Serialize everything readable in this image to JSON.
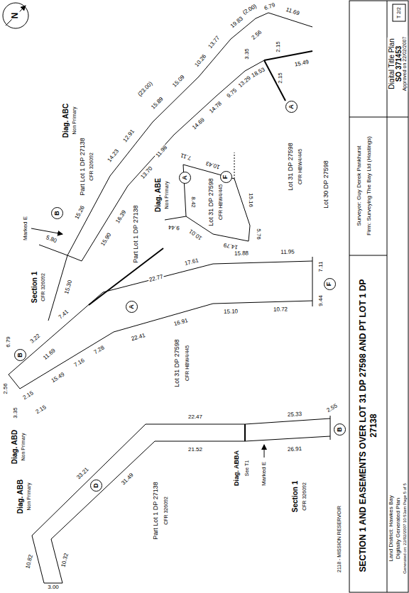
{
  "diagram": {
    "title": "SECTION 1 AND EASEMENTS OVER LOT 31 DP 27598 AND PT LOT 1 DP 27138",
    "nodes": [
      {
        "text": [
          "B"
        ]
      },
      {
        "text": [
          "A"
        ]
      },
      {
        "text": [
          "A"
        ]
      },
      {
        "text": [
          "F"
        ]
      },
      {
        "text": [
          "B"
        ]
      },
      {
        "text": [
          "A"
        ]
      },
      {
        "text": [
          "F"
        ]
      },
      {
        "text": [
          "D"
        ]
      },
      {
        "text": [
          "B"
        ]
      }
    ],
    "labels": [
      "Diag. ABC",
      "Non Primary",
      "Part Lot 1 DP 27138",
      "CFR 326092",
      "Marked E",
      "Section 1",
      "CFR 326092",
      "5.80",
      "15.30",
      "15.26",
      "14.23",
      "12.91",
      "15.89",
      "(23.00)",
      "15.09",
      "10.26",
      "13.77",
      "19.83",
      "(2.00)",
      "6.79",
      "15.90",
      "16.39",
      "13.70",
      "11.98",
      "14.69",
      "14.78",
      "9.75",
      "13.29",
      "18.53",
      "2.56",
      "3.35",
      "2.15",
      "2.15",
      "15.49",
      "11.69",
      "Lot 31 DP 27598",
      "CFR HBW4/445",
      "Lot 30 DP 27598",
      "Diag. ABE",
      "Non Primary",
      "7.11",
      "10.43",
      "8.42",
      "9.44",
      "15.16",
      "5.76",
      "14.79",
      "10.01",
      "Lot 31 DP 27598",
      "CFR HBW4/445",
      "Diag. ABD",
      "Non Primary",
      "6.79",
      "2.56",
      "11.69",
      "2.15",
      "3.35",
      "2.15",
      "15.49",
      "3.22",
      "7.41",
      "7.16",
      "7.28",
      "22.77",
      "22.41",
      "17.61",
      "16.91",
      "15.88",
      "15.10",
      "11.95",
      "10.72",
      "7.11",
      "9.44",
      "Lot 31 DP 27598",
      "CFR HBW4/445",
      "Part Lot 1 DP 27138",
      "Diag. ABB",
      "Non Primary",
      "10.82",
      "10.32",
      "3.00",
      "33.21",
      "31.49",
      "22.47",
      "21.52",
      "Diag. ABBA",
      "See T1",
      "Marked E",
      "25.33",
      "26.91",
      "Section 1",
      "CFR 326092",
      "2.55",
      "Part Lot 1 DP 27138",
      "CFR 326092",
      "2118 - MISSION RESERVOIR",
      "Digital Title Plan",
      "SO 371453",
      "Approved on 22/02/2007",
      "T 2/2",
      "Surveyor: Guy Derek Pankhurst",
      "Firm: Surveying The Bay Ltd (Hastings)",
      "Land District: Hawkes Bay",
      "Digitally Generated Plan",
      "Generated on: 22/02/2007 10:53am Page 5 of 5",
      "N"
    ]
  }
}
